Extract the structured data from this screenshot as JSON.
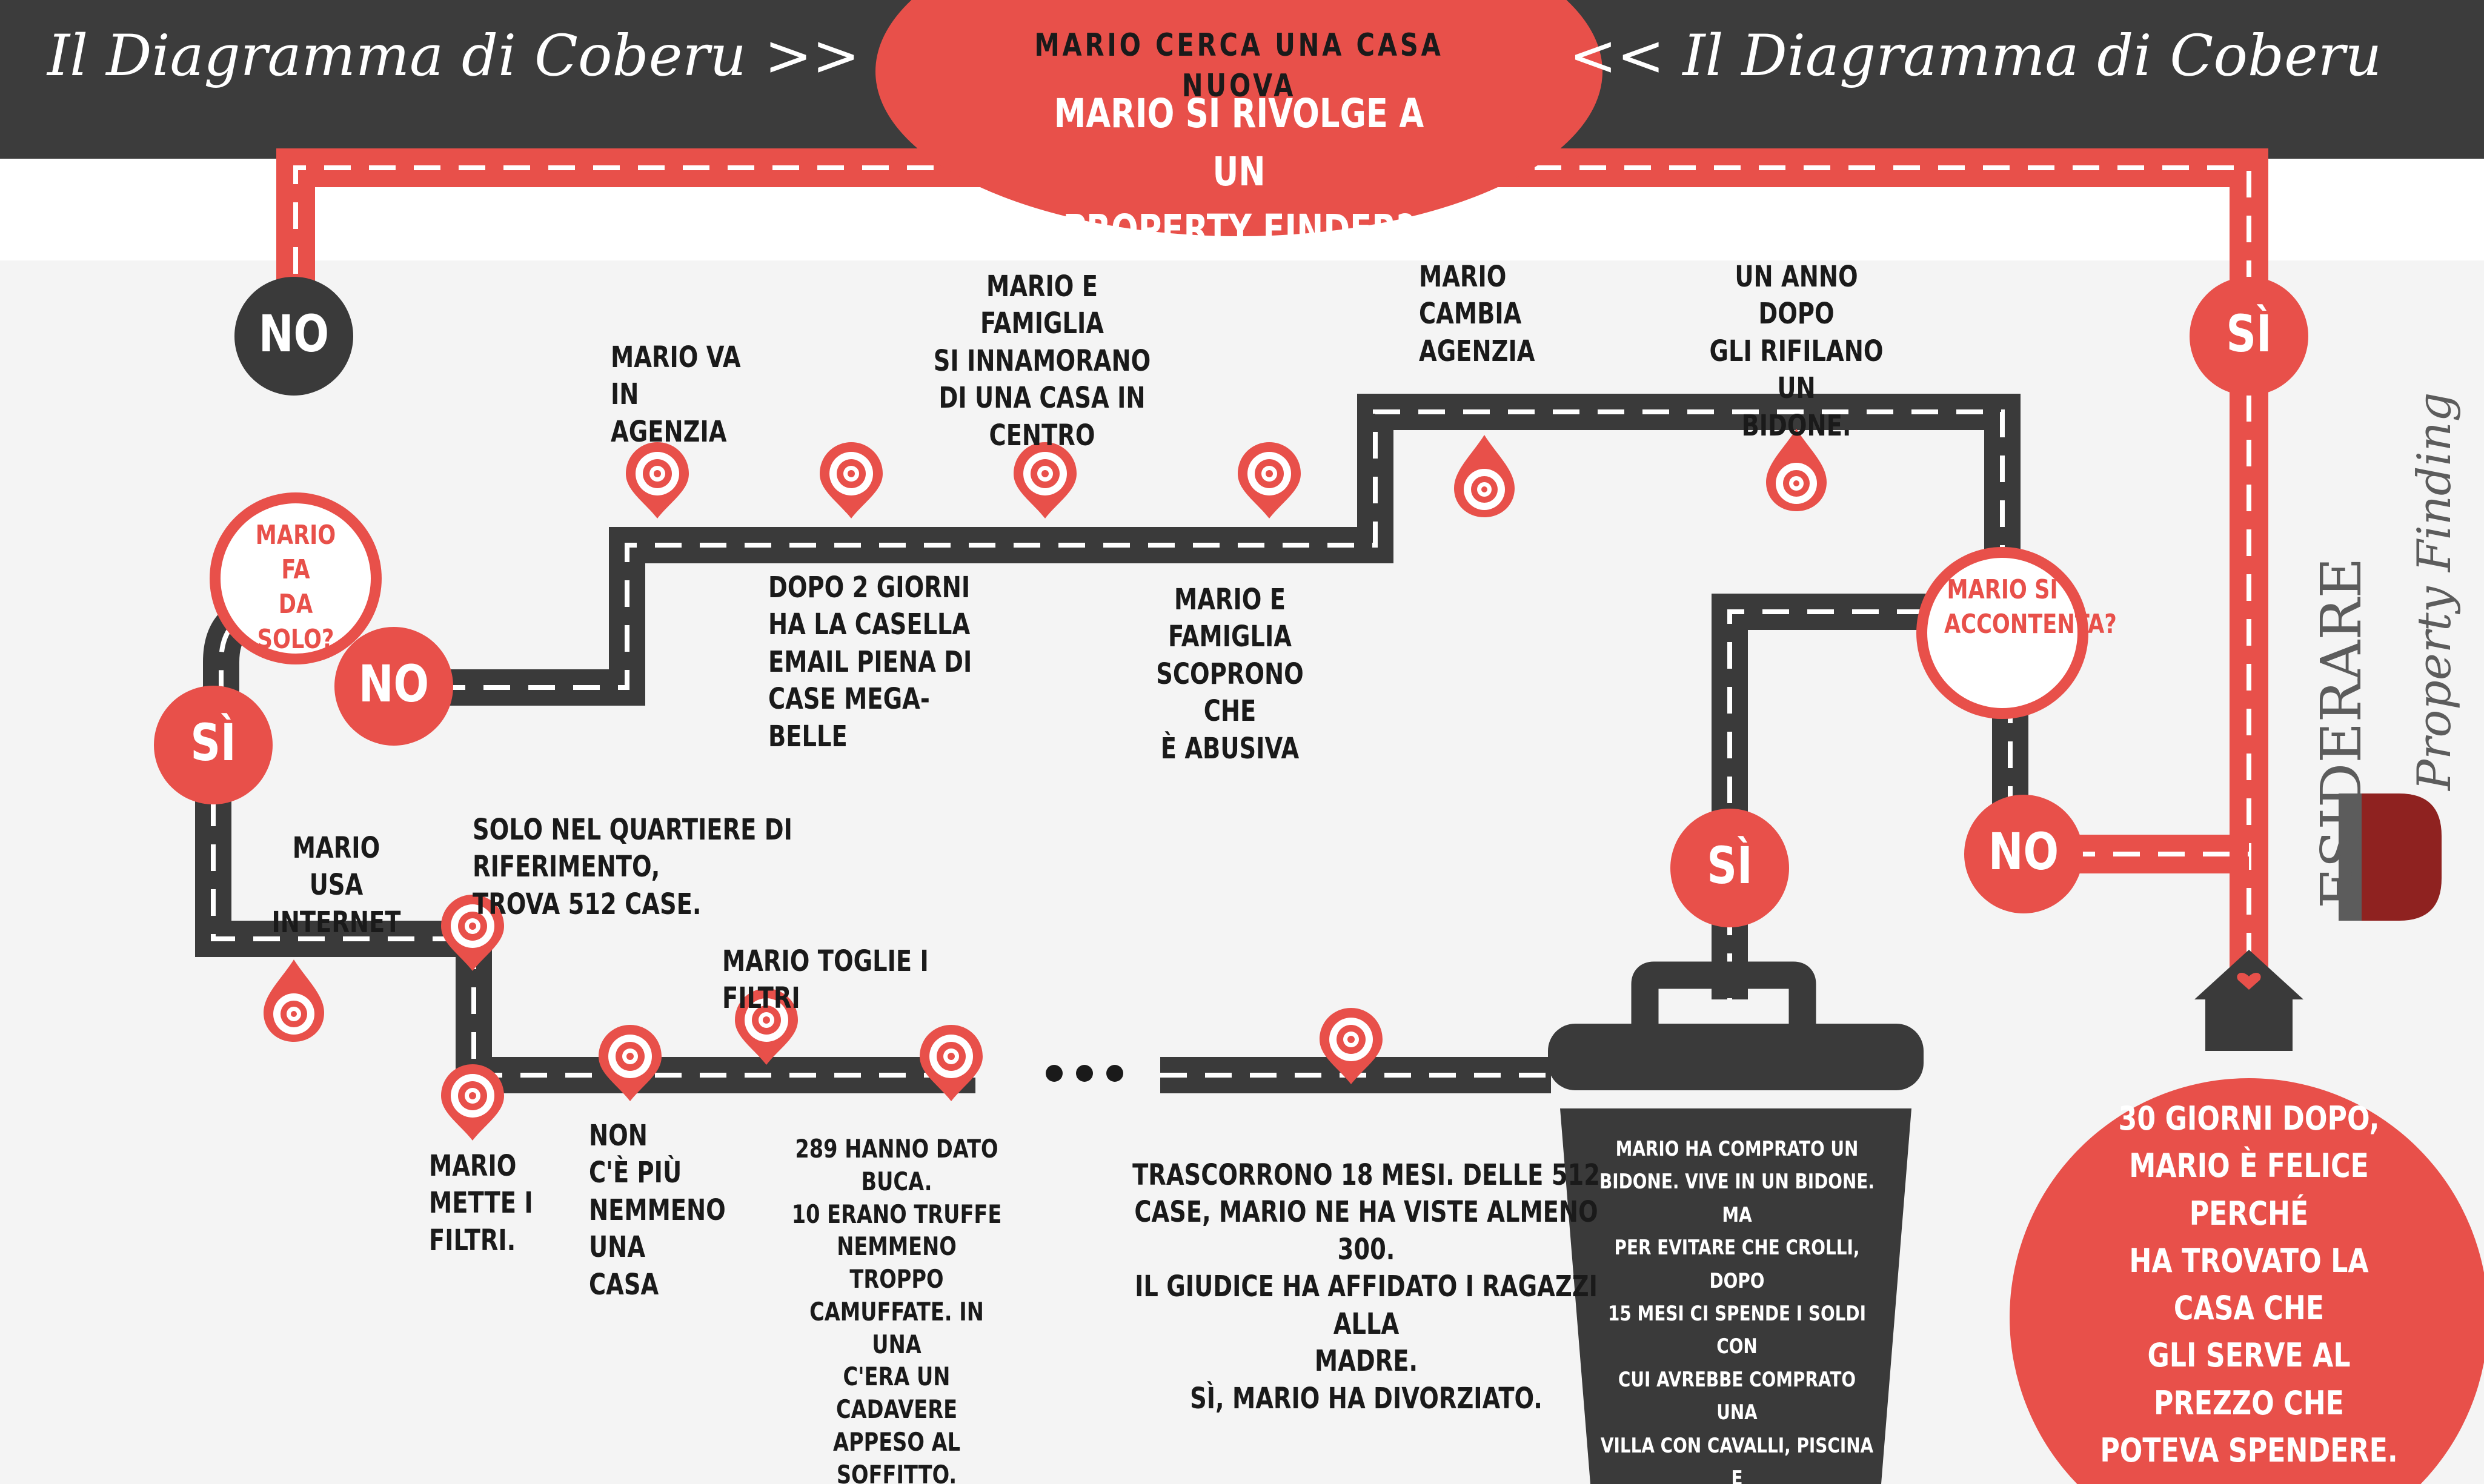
{
  "header": {
    "title_left": "Il Diagramma di Coberu >>",
    "title_right": "<< Il Diagramma di Coberu",
    "subtitle": "MARIO CERCA UNA CASA NUOVA",
    "question": "MARIO SI RIVOLGE A UN\nPROPERTY FINDER?"
  },
  "decisions": {
    "solo": "MARIO FA\nDA SOLO?",
    "accontenta": "MARIO SI\nACCONTENTA?"
  },
  "badges": {
    "no": "NO",
    "si": "SÌ",
    "ellipsis": "•••"
  },
  "steps": {
    "agenzia": "MARIO VA\nIN AGENZIA",
    "innamorano": "MARIO E FAMIGLIA\nSI INNAMORANO\nDI UNA CASA IN\nCENTRO",
    "cambia": "MARIO\nCAMBIA\nAGENZIA",
    "bidone_anno": "UN ANNO DOPO\nGLI RIFILANO UN\nBIDONE.",
    "casella": "DOPO 2 GIORNI\nHA LA CASELLA\nEMAIL PIENA DI\nCASE MEGA-BELLE",
    "abusiva": "MARIO E\nFAMIGLIA\nSCOPRONO CHE\nÈ ABUSIVA",
    "internet": "MARIO USA\nINTERNET",
    "quartiere": "SOLO NEL QUARTIERE DI RIFERIMENTO,\nTROVA 512 CASE.",
    "filtri_tolti": "MARIO TOGLIE I FILTRI",
    "filtri": "MARIO\nMETTE I\nFILTRI.",
    "nessuna": "NON\nC'È PIÙ\nNEMMENO\nUNA CASA",
    "buca": "289 HANNO DATO BUCA.\n10  ERANO TRUFFE\nNEMMENO TROPPO\nCAMUFFATE. IN UNA\nC'ERA UN CADAVERE\nAPPESO AL SOFFITTO.",
    "mesi": "TRASCORRONO 18 MESI. DELLE 512\nCASE, MARIO NE HA VISTE ALMENO 300.\nIL GIUDICE HA AFFIDATO I RAGAZZI ALLA\nMADRE.\nSÌ, MARIO HA DIVORZIATO.",
    "cestino": "MARIO HA COMPRATO UN\nBIDONE. VIVE IN UN BIDONE. MA\nPER EVITARE CHE CROLLI, DOPO\n15 MESI CI SPENDE I SOLDI CON\nCUI AVREBBE COMPRATO UNA\nVILLA CON CAVALLI, PISCINA E\nPISCINA PER CAVALLI",
    "felice": "30 GIORNI DOPO,\nMARIO È FELICE PERCHÉ\nHA TROVATO LA CASA CHE\nGLI SERVE AL PREZZO CHE\nPOTEVA SPENDERE."
  },
  "logo": {
    "brand": "ESIDERARE",
    "tagline": "Property Finding"
  },
  "colors": {
    "red": "#e8504a",
    "dark": "#3a3a3a",
    "header": "#3c3c3c",
    "background": "#f4f4f4"
  }
}
